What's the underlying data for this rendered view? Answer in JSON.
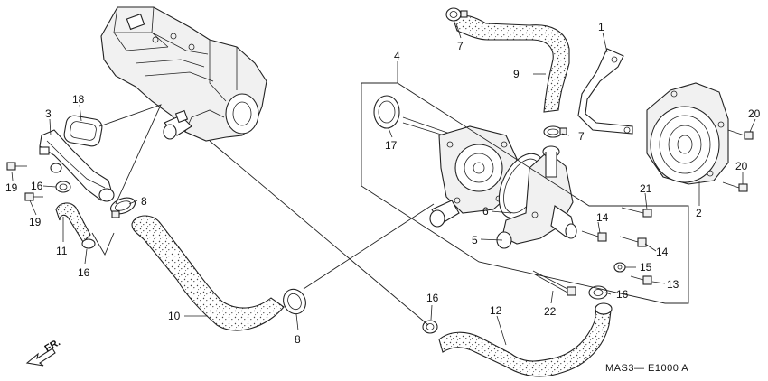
{
  "diagram": {
    "code": "MAS3— E1000 A",
    "direction_label": "FR.",
    "callouts": {
      "c1": "1",
      "c2": "2",
      "c3": "3",
      "c4": "4",
      "c5": "5",
      "c6": "6",
      "c7a": "7",
      "c7b": "7",
      "c8a": "8",
      "c8b": "8",
      "c9": "9",
      "c10": "10",
      "c11": "11",
      "c12": "12",
      "c13": "13",
      "c14a": "14",
      "c14b": "14",
      "c15": "15",
      "c16a": "16",
      "c16b": "16",
      "c16c": "16",
      "c16d": "16",
      "c17": "17",
      "c18": "18",
      "c19a": "19",
      "c19b": "19",
      "c20a": "20",
      "c20b": "20",
      "c21": "21",
      "c22": "22"
    }
  }
}
